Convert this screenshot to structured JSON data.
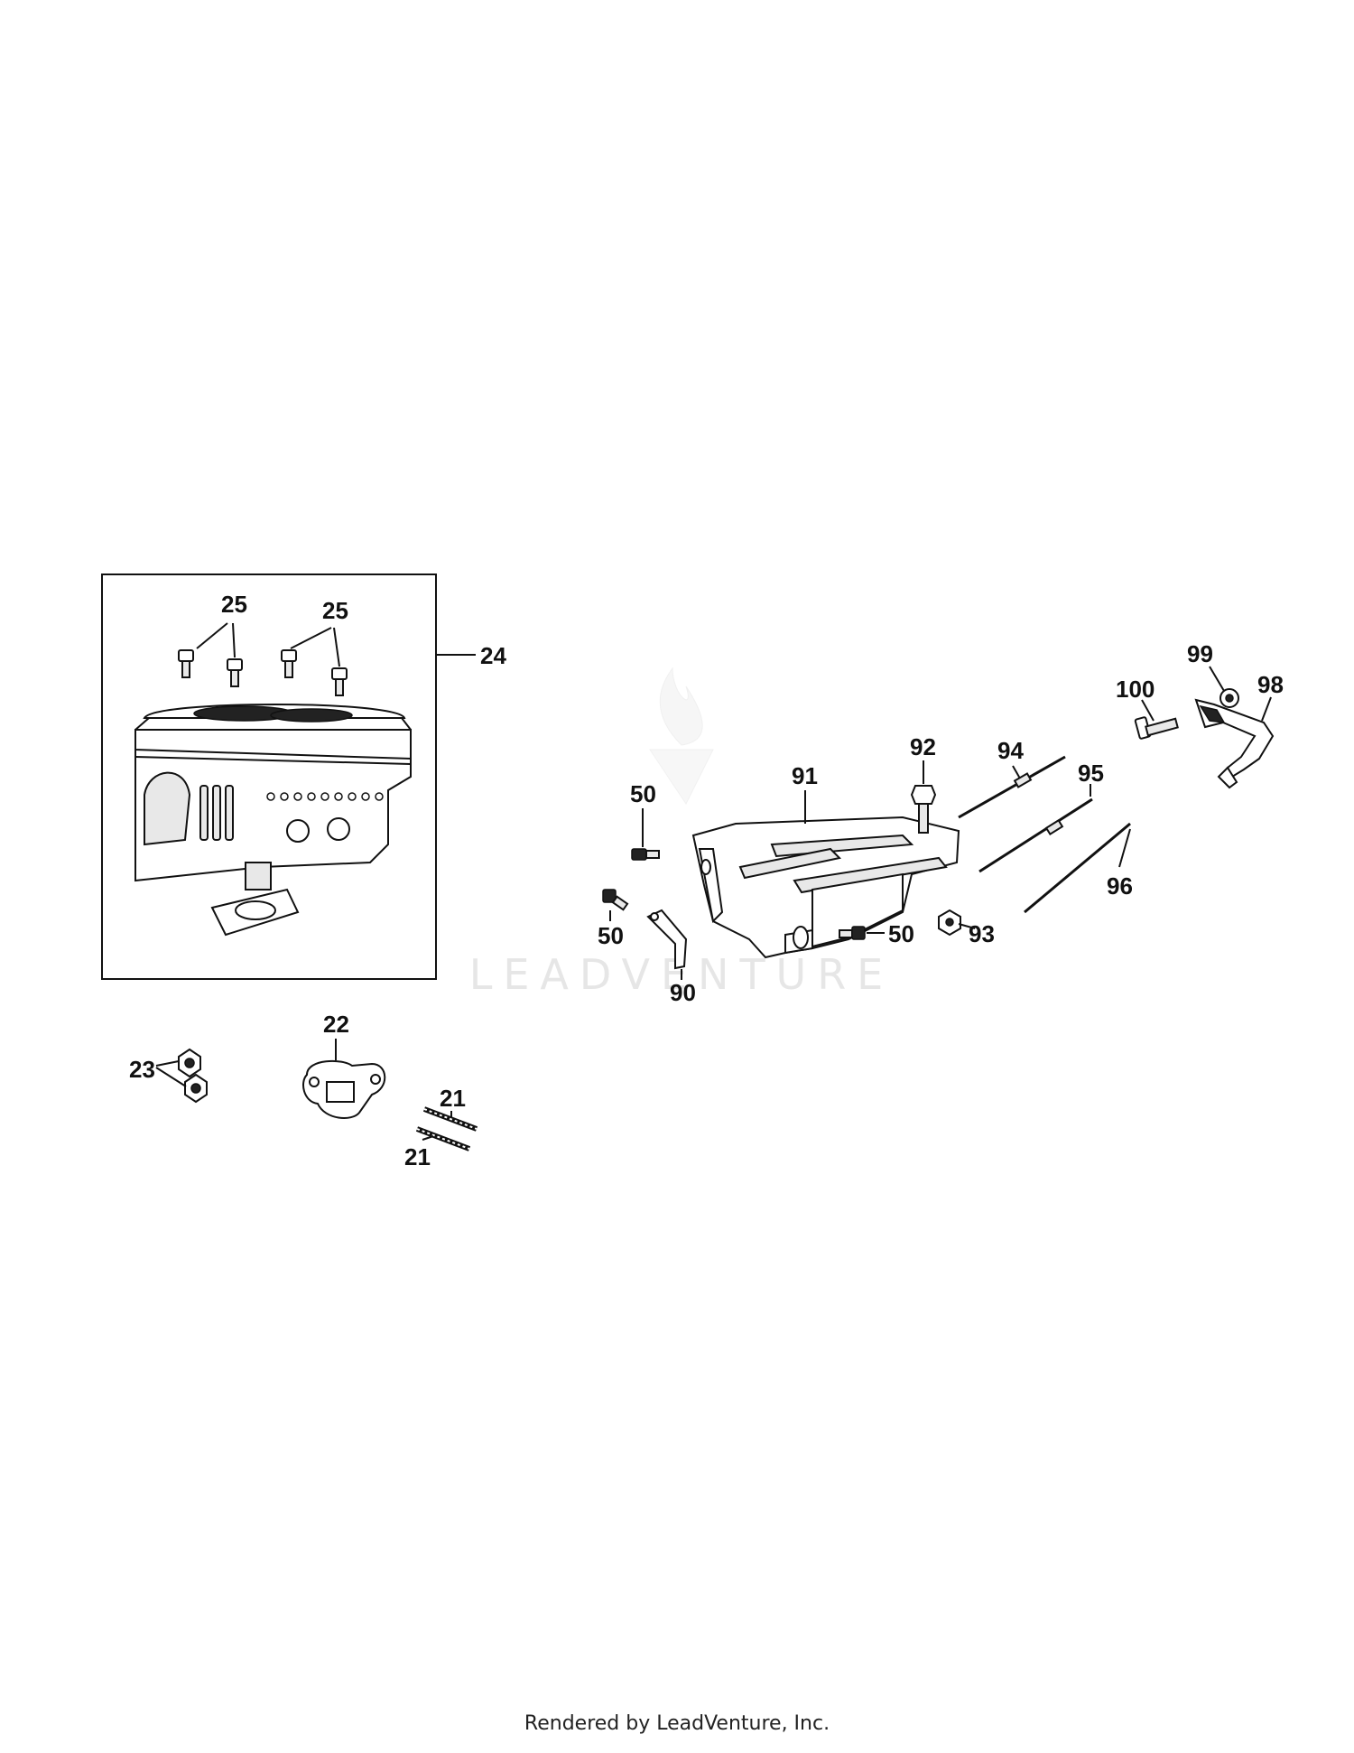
{
  "watermark": "LEADVENTURE",
  "footer": "Rendered by LeadVenture, Inc.",
  "callouts": {
    "c25a": "25",
    "c25b": "25",
    "c24": "24",
    "c23": "23",
    "c22": "22",
    "c21a": "21",
    "c21b": "21",
    "c50a": "50",
    "c50b": "50",
    "c50c": "50",
    "c90": "90",
    "c91": "91",
    "c92": "92",
    "c93": "93",
    "c94": "94",
    "c95": "95",
    "c96": "96",
    "c98": "98",
    "c99": "99",
    "c100": "100"
  }
}
